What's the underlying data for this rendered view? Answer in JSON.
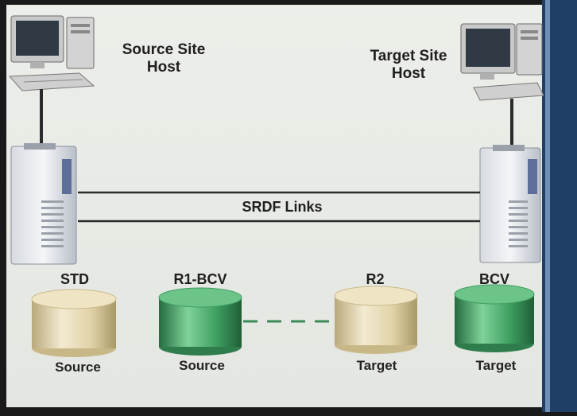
{
  "hosts": {
    "source": {
      "line1": "Source Site",
      "line2": "Host"
    },
    "target": {
      "line1": "Target Site",
      "line2": "Host"
    }
  },
  "link_label": "SRDF Links",
  "volumes": [
    {
      "name": "STD",
      "role": "Source",
      "color": "#d8c9a0"
    },
    {
      "name": "R1-BCV",
      "role": "Source",
      "color": "#3f9d63"
    },
    {
      "name": "R2",
      "role": "Target",
      "color": "#d8c9a0"
    },
    {
      "name": "BCV",
      "role": "Target",
      "color": "#3f9d63"
    }
  ],
  "colors": {
    "background": "#e9ebe7",
    "frame_left": "#1a1a1a",
    "frame_right": "#1f3f66",
    "line": "#2b2b2b",
    "dash": "#3d8a57"
  }
}
